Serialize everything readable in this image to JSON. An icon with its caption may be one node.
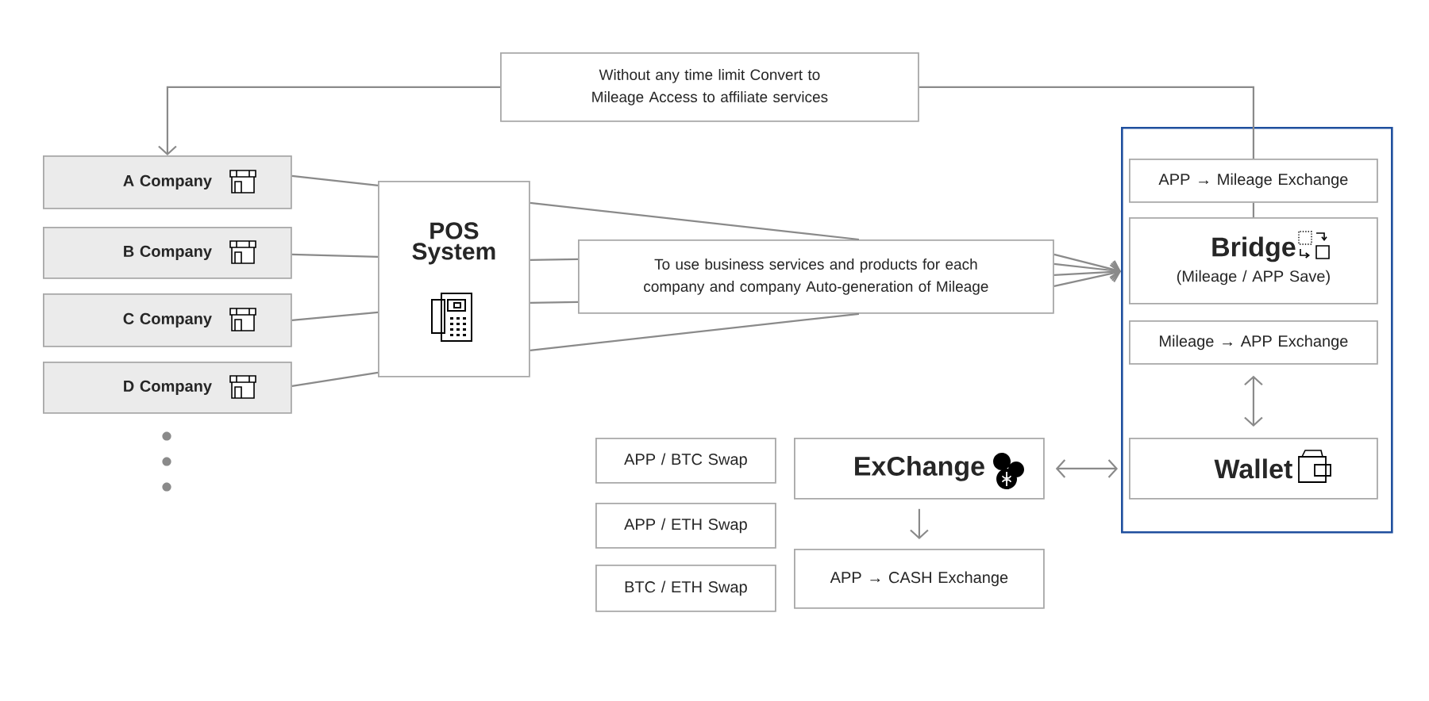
{
  "diagram": {
    "nodes": [
      {
        "text": [
          "A Company"
        ]
      },
      {
        "text": [
          "B Company"
        ]
      },
      {
        "text": [
          "C Company"
        ]
      },
      {
        "text": [
          "D Company"
        ]
      },
      {
        "text": [
          "POS System"
        ]
      },
      {
        "text": [
          "Without any time limit Convert to Mileage Access to affiliate services"
        ]
      },
      {
        "text": [
          "To use business services and products for each company and company Auto-generation of Mileage"
        ]
      },
      {
        "text": [],
        "shape": "box"
      },
      {
        "text": [
          "APP → Mileage Exchange"
        ],
        "in": 7
      },
      {
        "text": [
          "Bridge",
          "(Mileage / APP Save)"
        ],
        "in": 7
      },
      {
        "text": [
          "Mileage → APP Exchange"
        ],
        "in": 7
      },
      {
        "text": [
          "Wallet"
        ],
        "in": 7
      },
      {
        "text": [
          "ExChange"
        ]
      },
      {
        "text": [
          "APP → CASH Exchange"
        ]
      },
      {
        "text": [
          "APP / BTC Swap"
        ]
      },
      {
        "text": [
          "APP / ETH Swap"
        ]
      },
      {
        "text": [
          "BTC / ETH  Swap"
        ]
      }
    ],
    "edges": [
      {
        "from": 0,
        "to": 4,
        "arrow": "none"
      },
      {
        "from": 1,
        "to": 4,
        "arrow": "none"
      },
      {
        "from": 2,
        "to": 4,
        "arrow": "none"
      },
      {
        "from": 3,
        "to": 4,
        "arrow": "none"
      },
      {
        "from": 4,
        "to": 6,
        "arrow": "none"
      },
      {
        "from": 4,
        "to": 6,
        "arrow": "none"
      },
      {
        "from": 4,
        "to": 6,
        "arrow": "none"
      },
      {
        "from": 4,
        "to": 6,
        "arrow": "none"
      },
      {
        "from": 6,
        "to": 7,
        "arrow": "to"
      },
      {
        "from": 6,
        "to": 7,
        "arrow": "to"
      },
      {
        "from": 6,
        "to": 7,
        "arrow": "to"
      },
      {
        "from": 6,
        "to": 7,
        "arrow": "to"
      },
      {
        "from": 8,
        "to": 5,
        "arrow": "none"
      },
      {
        "from": 5,
        "to": 0,
        "arrow": "to"
      },
      {
        "from": 8,
        "to": 9,
        "arrow": "none"
      },
      {
        "from": 10,
        "to": 11,
        "arrow": "both"
      },
      {
        "from": 12,
        "to": 11,
        "arrow": "both"
      },
      {
        "from": 12,
        "to": 13,
        "arrow": "to"
      }
    ]
  }
}
